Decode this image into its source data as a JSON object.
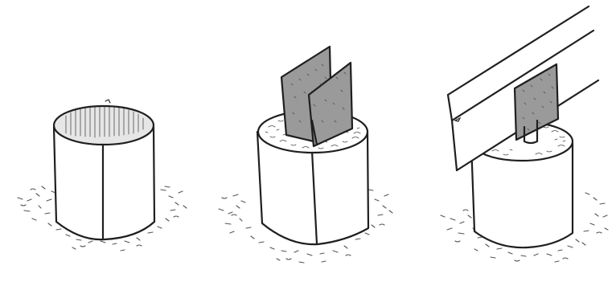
{
  "figure": {
    "panels": [
      {
        "id": "panel-1",
        "subject": "empty-tube-form"
      },
      {
        "id": "panel-2",
        "subject": "filled-tube-with-crossed-plates"
      },
      {
        "id": "panel-3",
        "subject": "filled-tube-with-plate-and-beam"
      }
    ]
  }
}
